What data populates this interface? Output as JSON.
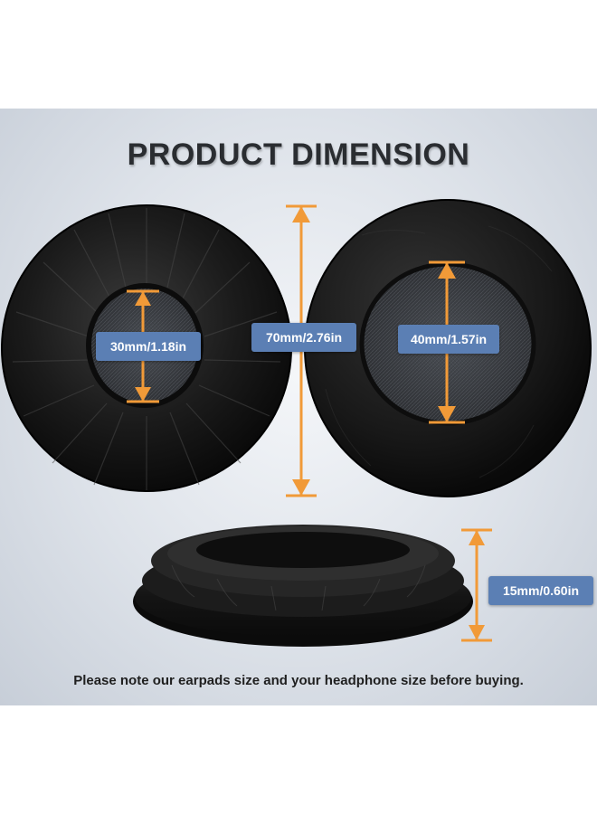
{
  "title": "PRODUCT DIMENSION",
  "note": "Please note our earpads size and your headphone size before buying.",
  "measurements": {
    "inner_left": "30mm/1.18in",
    "outer_diameter": "70mm/2.76in",
    "inner_right": "40mm/1.57in",
    "thickness": "15mm/0.60in"
  },
  "colors": {
    "arrow": "#f19a38",
    "badge": "#5b7fb4",
    "leather": "#151515"
  }
}
